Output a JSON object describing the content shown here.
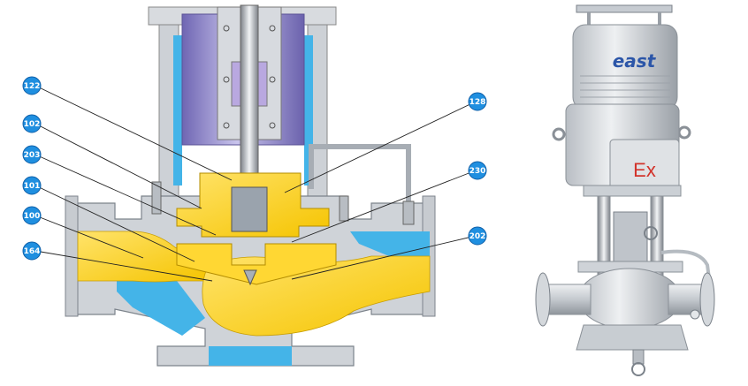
{
  "colors": {
    "casing": "#cfd3d8",
    "casing_dark": "#8d949c",
    "fluid": "#ffd733",
    "fluid_dark": "#e7b800",
    "water": "#44b4e8",
    "motor": "#8e86c9",
    "motor_light": "#c3bde8",
    "callout": "#1f8fe0",
    "leader": "#222222",
    "ex_red": "#d2342c",
    "logo_blue": "#2c56a8"
  },
  "callouts": [
    {
      "id": "c122",
      "label": "122"
    },
    {
      "id": "c102",
      "label": "102"
    },
    {
      "id": "c203",
      "label": "203"
    },
    {
      "id": "c101",
      "label": "101"
    },
    {
      "id": "c100",
      "label": "100"
    },
    {
      "id": "c164",
      "label": "164"
    },
    {
      "id": "c128",
      "label": "128"
    },
    {
      "id": "c230",
      "label": "230"
    },
    {
      "id": "c202",
      "label": "202"
    }
  ],
  "product": {
    "brand": "east",
    "marking": "Ex"
  }
}
